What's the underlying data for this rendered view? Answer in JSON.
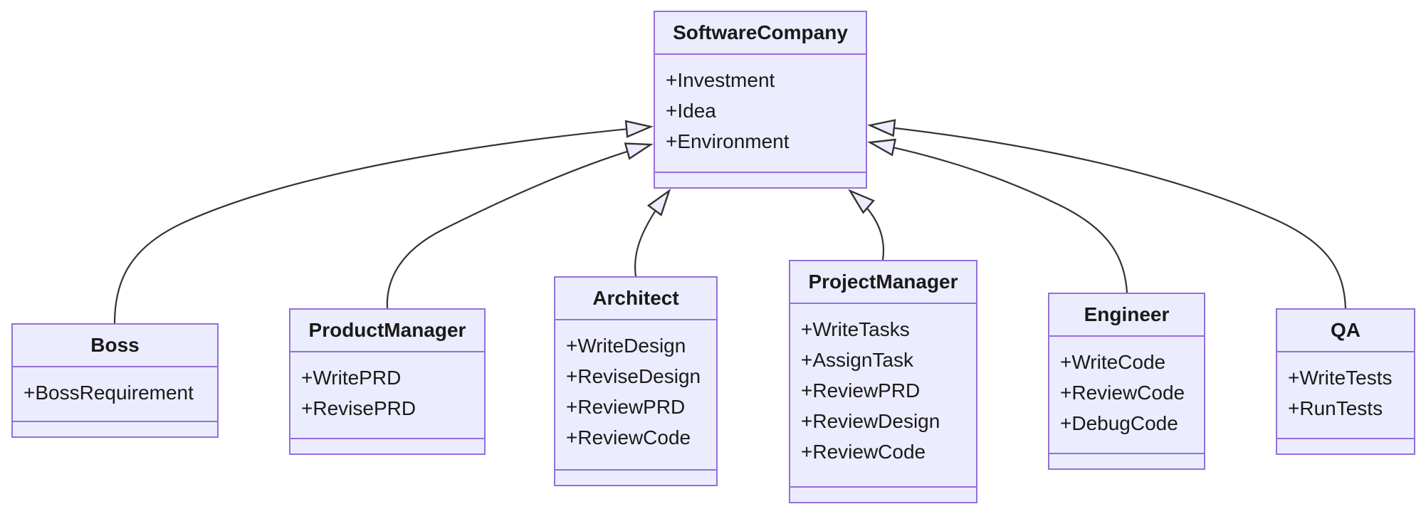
{
  "diagram": {
    "type": "uml_class_diagram",
    "background": "#ffffff",
    "colors": {
      "node_fill": "#ECECFF",
      "node_border": "#9370DB",
      "edge_stroke": "#333333",
      "text": "#1a1a1a"
    },
    "classes": [
      {
        "name": "SoftwareCompany",
        "attributes": [
          "+Investment",
          "+Idea",
          "+Environment"
        ],
        "methods": []
      },
      {
        "name": "Boss",
        "attributes": [
          "+BossRequirement"
        ],
        "methods": []
      },
      {
        "name": "ProductManager",
        "attributes": [
          "+WritePRD",
          "+RevisePRD"
        ],
        "methods": []
      },
      {
        "name": "Architect",
        "attributes": [
          "+WriteDesign",
          "+ReviseDesign",
          "+ReviewPRD",
          "+ReviewCode"
        ],
        "methods": []
      },
      {
        "name": "ProjectManager",
        "attributes": [
          "+WriteTasks",
          "+AssignTask",
          "+ReviewPRD",
          "+ReviewDesign",
          "+ReviewCode"
        ],
        "methods": []
      },
      {
        "name": "Engineer",
        "attributes": [
          "+WriteCode",
          "+ReviewCode",
          "+DebugCode"
        ],
        "methods": []
      },
      {
        "name": "QA",
        "attributes": [
          "+WriteTests",
          "+RunTests"
        ],
        "methods": []
      }
    ],
    "relationships": [
      {
        "from": "Boss",
        "to": "SoftwareCompany",
        "type": "inheritance",
        "arrowhead": "hollow-triangle"
      },
      {
        "from": "ProductManager",
        "to": "SoftwareCompany",
        "type": "inheritance",
        "arrowhead": "hollow-triangle"
      },
      {
        "from": "Architect",
        "to": "SoftwareCompany",
        "type": "inheritance",
        "arrowhead": "hollow-triangle"
      },
      {
        "from": "ProjectManager",
        "to": "SoftwareCompany",
        "type": "inheritance",
        "arrowhead": "hollow-triangle"
      },
      {
        "from": "Engineer",
        "to": "SoftwareCompany",
        "type": "inheritance",
        "arrowhead": "hollow-triangle"
      },
      {
        "from": "QA",
        "to": "SoftwareCompany",
        "type": "inheritance",
        "arrowhead": "hollow-triangle"
      }
    ]
  }
}
